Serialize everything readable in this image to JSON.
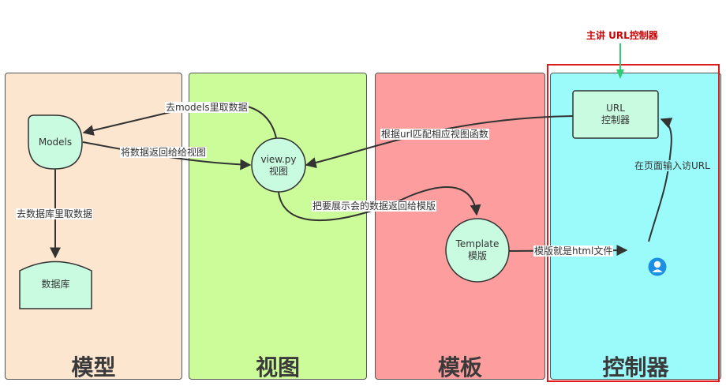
{
  "note": "主讲 URL控制器",
  "lanes": {
    "model": "模型",
    "view": "视图",
    "template": "模板",
    "controller": "控制器"
  },
  "nodes": {
    "models": "Models",
    "database": "数据库",
    "view_line1": "view.py",
    "view_line2": "视图",
    "template_line1": "Template",
    "template_line2": "模版",
    "url_line1": "URL",
    "url_line2": "控制器",
    "user": "user-icon"
  },
  "edges": {
    "view_to_models": "去models里取数据",
    "models_to_view": "将数据返回给给视图",
    "models_to_db": "去数据库里取数据",
    "url_to_view": "根据url匹配相应视图函数",
    "view_to_template": "把要展示会的数据返回给模版",
    "template_to_user": "模版就是html文件",
    "user_to_url": "在页面输入访URL"
  },
  "colors": {
    "model_lane": "#fde6cf",
    "view_lane": "#ccfb9a",
    "template_lane": "#fe9d9d",
    "controller_lane": "#9bfbfb",
    "node_fill": "#c9fbe1",
    "highlight": "#e01b1b",
    "note_arrow": "#2ecc71"
  }
}
